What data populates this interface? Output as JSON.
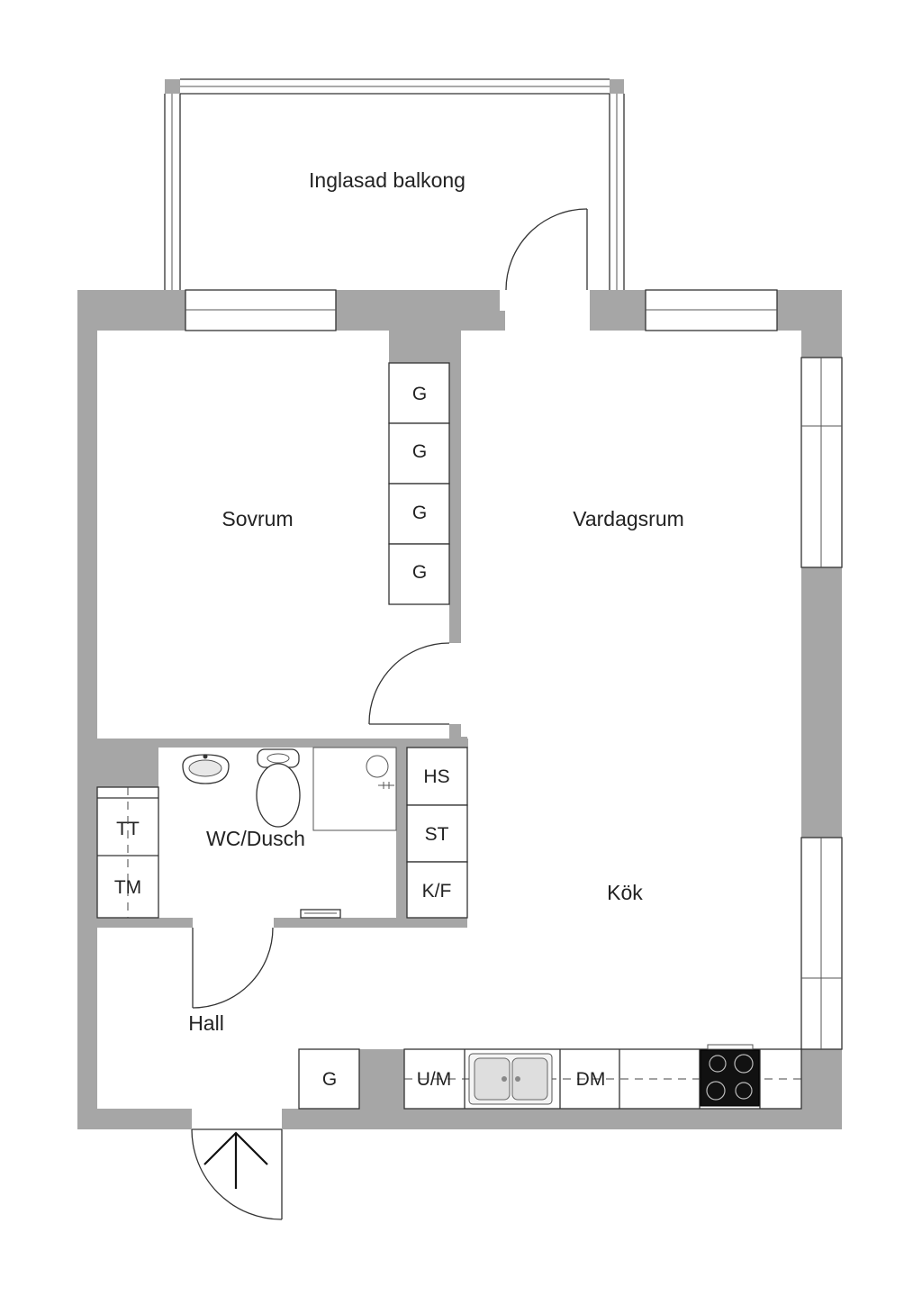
{
  "rooms": {
    "balcony": "Inglasad balkong",
    "bedroom": "Sovrum",
    "living": "Vardagsrum",
    "bathroom": "WC/Dusch",
    "kitchen": "Kök",
    "hall": "Hall"
  },
  "wardrobes": {
    "bedroom": [
      "G",
      "G",
      "G",
      "G"
    ],
    "hall": "G"
  },
  "storage": {
    "tt": "TT",
    "tm": "TM",
    "hs": "HS",
    "st": "ST",
    "kf": "K/F"
  },
  "kitchen_units": {
    "um": "U/M",
    "dm": "DM"
  },
  "colors": {
    "wall": "#a6a6a6",
    "line": "#333333",
    "background": "#ffffff"
  }
}
